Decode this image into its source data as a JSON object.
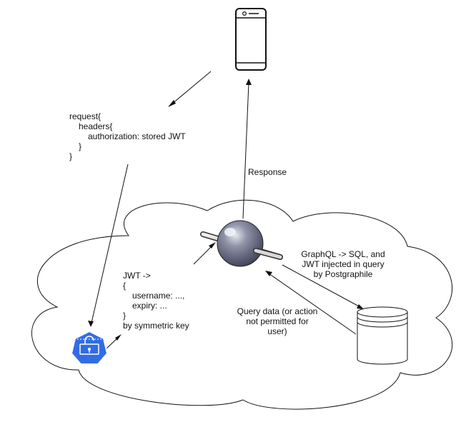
{
  "request_block": {
    "line1": "request{",
    "line2": "headers{",
    "line3": "authorization: stored JWT",
    "line4": "}",
    "line5": "}"
  },
  "response_label": "Response",
  "graphql_note": {
    "line1": "GraphQL -> SQL, and",
    "line2": "JWT injected in query",
    "line3": "by Postgraphile"
  },
  "jwt_block": {
    "line1": "JWT ->",
    "line2": "{",
    "line3": "username: ...,",
    "line4": "expiry: ...",
    "line5": "}",
    "line6": "by symmetric key"
  },
  "query_note": {
    "line1": "Query data (or action",
    "line2": "not permitted for",
    "line3": "user)"
  },
  "icons": {
    "client": "mobile-phone-icon",
    "auth": "kubernetes-secret-icon",
    "api": "graphql-server-icon",
    "database": "database-cylinder-icon",
    "network": "cloud-icon"
  },
  "colors": {
    "stroke": "#111111",
    "secret_blue": "#326ce5",
    "server_sphere": "#7a7f93",
    "server_sphere_dark": "#3f4258"
  }
}
